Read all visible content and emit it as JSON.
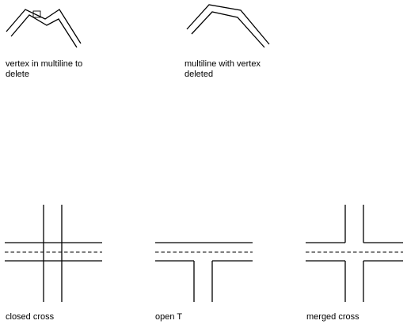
{
  "captions": {
    "vertex_to_delete": [
      "vertex in multiline to",
      "delete"
    ],
    "vertex_deleted": [
      "multiline with vertex",
      "deleted"
    ],
    "closed_cross": "closed cross",
    "open_t": "open T",
    "merged_cross": "merged cross"
  },
  "colors": {
    "line": "#000000",
    "background": "#ffffff"
  }
}
